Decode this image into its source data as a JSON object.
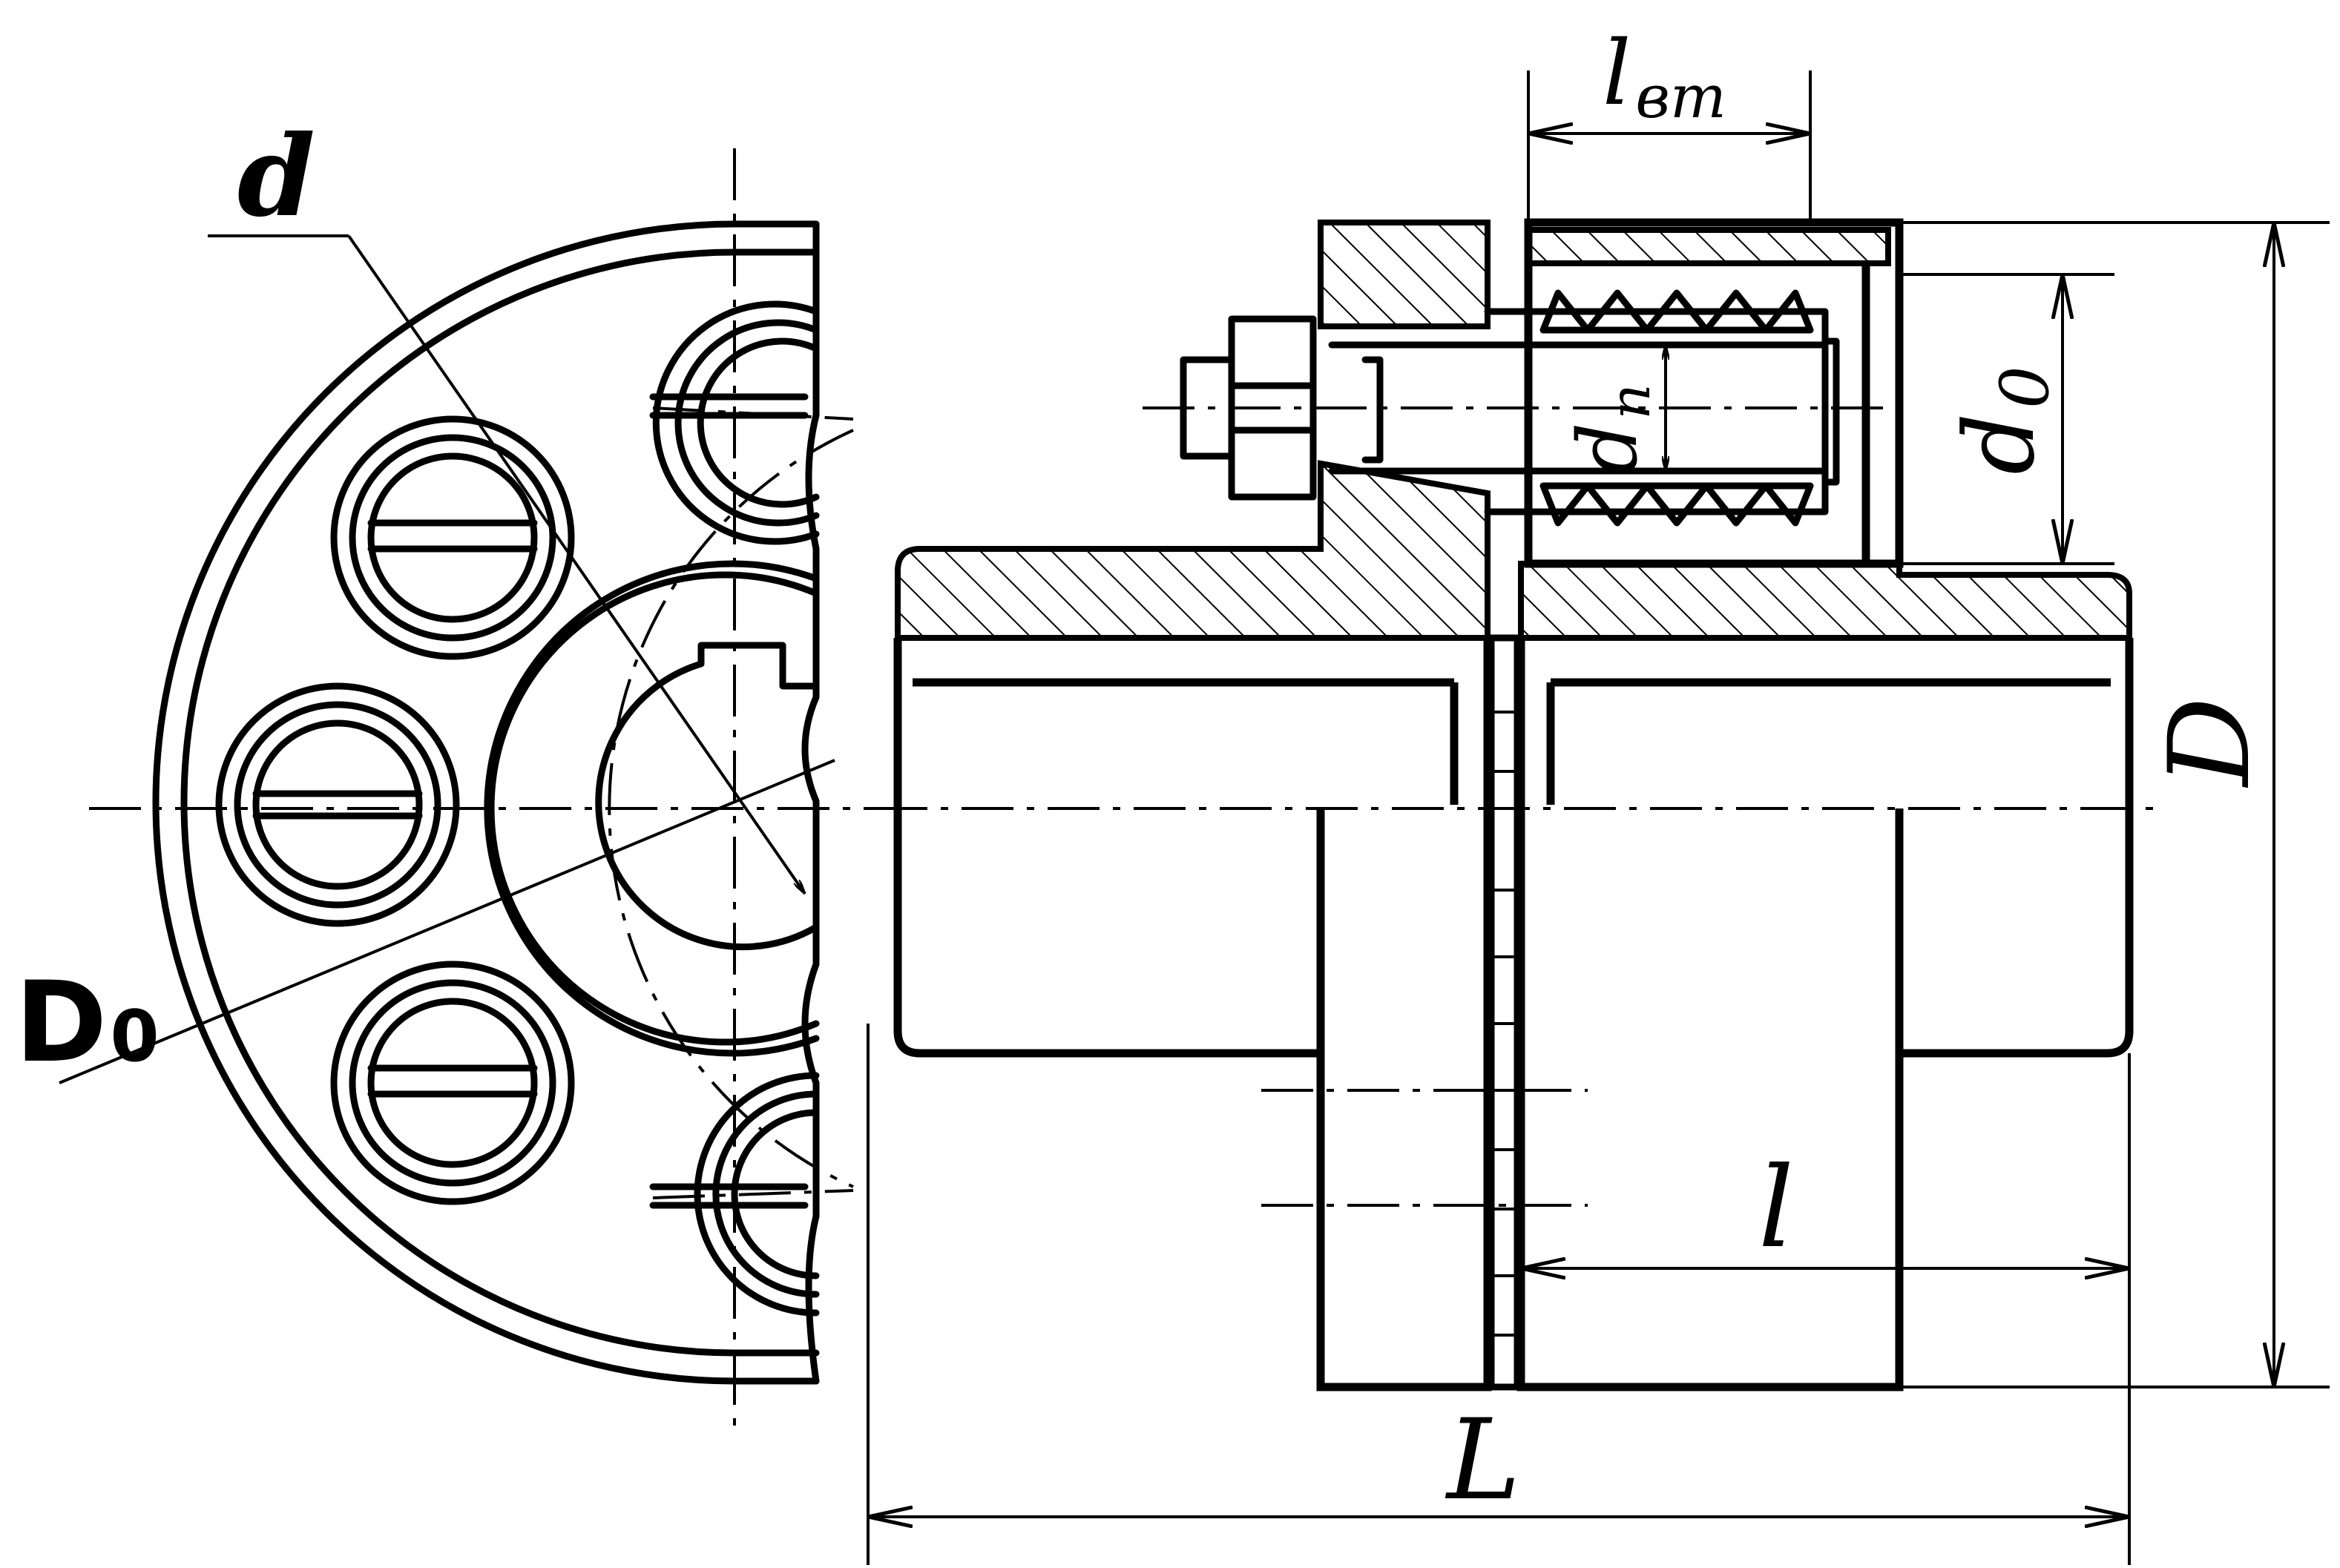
{
  "labels": {
    "d": "d",
    "D0_main": "D",
    "D0_sub": "0",
    "l_bm_main": "l",
    "l_bm_sub": "вт",
    "dn_main": "d",
    "dn_sub": "п",
    "d0_main": "d",
    "d0_sub": "0",
    "D": "D",
    "l": "l",
    "L": "L"
  }
}
